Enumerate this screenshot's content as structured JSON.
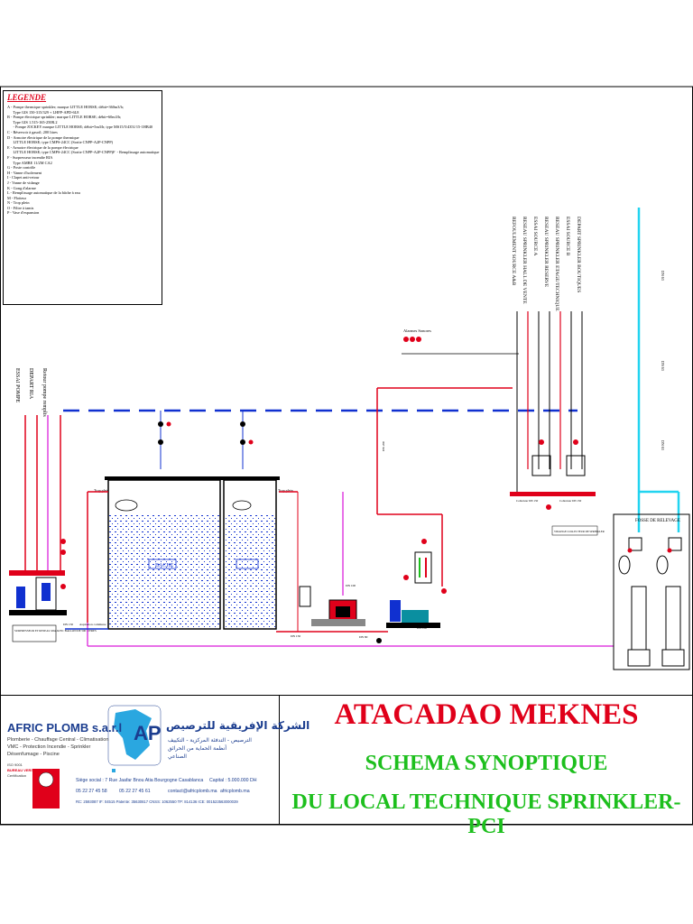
{
  "legend": {
    "title": "LEGENDE",
    "lines": [
      "A - Pompe thermique sprinkler; marque LITTLE HORSE; débit=360m3/h;",
      "      Type GIS 150-315/329 + LHFP-APD-6L8",
      "B - Pompe électrique sprinkler; marque LITTLE HORSE; débit=60m3/h;",
      "      Type GIS 1.515-165-250R.2",
      "      - Pompe JOCKEY marque LITTLE HORSE; débit=5m3/h; type MS15/5/4351/15-1HB40",
      "C - Réservoir à gasoil; 200 litres",
      "D - Armoire électrique de la pompe thermique",
      "      LITTLE HORSE; type CMPS-24CC (Sortie CNPP-A2P-CNPP)",
      "E - Armoire électrique de la pompe électrique",
      "      LITTLE HORSE; type CMPS-24CC (Sortie CNPP-A2P-CNPP)F  - Remplissage automatique",
      "F - Surpresseur incendie RIA",
      "      Type AMBE 11/2M CA2",
      "G - Poste contrôle",
      "H - Vanne d'isolement",
      "I - Clapet anti-retour",
      "J - Vanne de vidange",
      "K - Gong d'alarme",
      "L - Remplissage automatique de la bâche à eau",
      "M - Flotteur",
      "N - Trop plein",
      "O - Filtre à tamis",
      "P - Vase d'expansion"
    ]
  },
  "diagram": {
    "left_vertical_labels": [
      "ESSAI POMPE",
      "DEPART RIA",
      "Retour pompe remplis"
    ],
    "right_vertical_labels": [
      "REFOULEMENT SOURCE A&B",
      "RESEAU SPRINKLER HALL DE VENTE",
      "ESSAI SOURCE A",
      "RESEAU SPRINKLER RESERVE",
      "RESEAU SPRINKLER ETAGE/TECHNIQUE",
      "ESSAI SOURCE B",
      "DEPART SPRINKLER BOUTIQUES"
    ],
    "alarm_label": "Alarmes Sonores",
    "fosse_label": "FOSSE DE RELEVAGE",
    "collecteur_a": "Collecteur DN 150",
    "collecteur_b": "Collecteur DN 150",
    "vidange_label": "VIDANGE COLLECTEUR DE SPRINKLER",
    "surpresseur_label": "SURPRESSEUR ET RESEAU RIA AVEC BALLON DE 500 LITRES",
    "trop_plein_left": "Trop plein",
    "trop_plein_right": "Trop plein",
    "tank_label": "BACHE",
    "dn_labels": [
      "DN 150",
      "DN 150",
      "DN 100",
      "DN 80",
      "DN 100",
      "DN 200"
    ],
    "aspiration_label": "Aspiration commune",
    "right_pipe_labels": [
      "DN 63",
      "DN 63",
      "DN 63"
    ]
  },
  "footer": {
    "company_name": "AFRIC PLOMB s.a.r.l",
    "company_services": [
      "Plomberie - Chauffage Central - Climatisation",
      "VMC - Protection Incendie - Sprinkler",
      "Désenfumage - Piscine"
    ],
    "company_arabic": "الشركة الإفريقية للترصيص",
    "company_arabic_services": [
      "الترصيص - التدفئة المركزية - التكييف",
      "أنظمة الحماية من الحرائق",
      "الصناعي"
    ],
    "certification": [
      "ISO 9001",
      "BUREAU VERITAS",
      "Certification"
    ],
    "address": "Siège social : 7 Rue Jaafar Bnou Atia Bourgogne Casablanca",
    "capital": "Capital : 5.000.000 DH",
    "phone": "05 22 27 45 58",
    "fax": "05 22 27 45 61",
    "email": "contact@africplomb.ma",
    "web": "africplomb.ma",
    "ids": "RC: 2593087   IF: 04515   Patente: 35630817   CNSS: 1062550   TP: 814136   ICE: 001523563000039"
  },
  "title": {
    "project": "ATACADAO MEKNES",
    "line1": "SCHEMA SYNOPTIQUE",
    "line2": "DU LOCAL TECHNIQUE SPRINKLER-PCI"
  },
  "colors": {
    "fire_red": "#e0001a",
    "title_green": "#1dbf1d",
    "pipe_blue": "#1030d0",
    "pipe_magenta": "#e040e0",
    "pipe_cyan": "#22d4f0",
    "brand_blue": "#1b3d8f"
  }
}
